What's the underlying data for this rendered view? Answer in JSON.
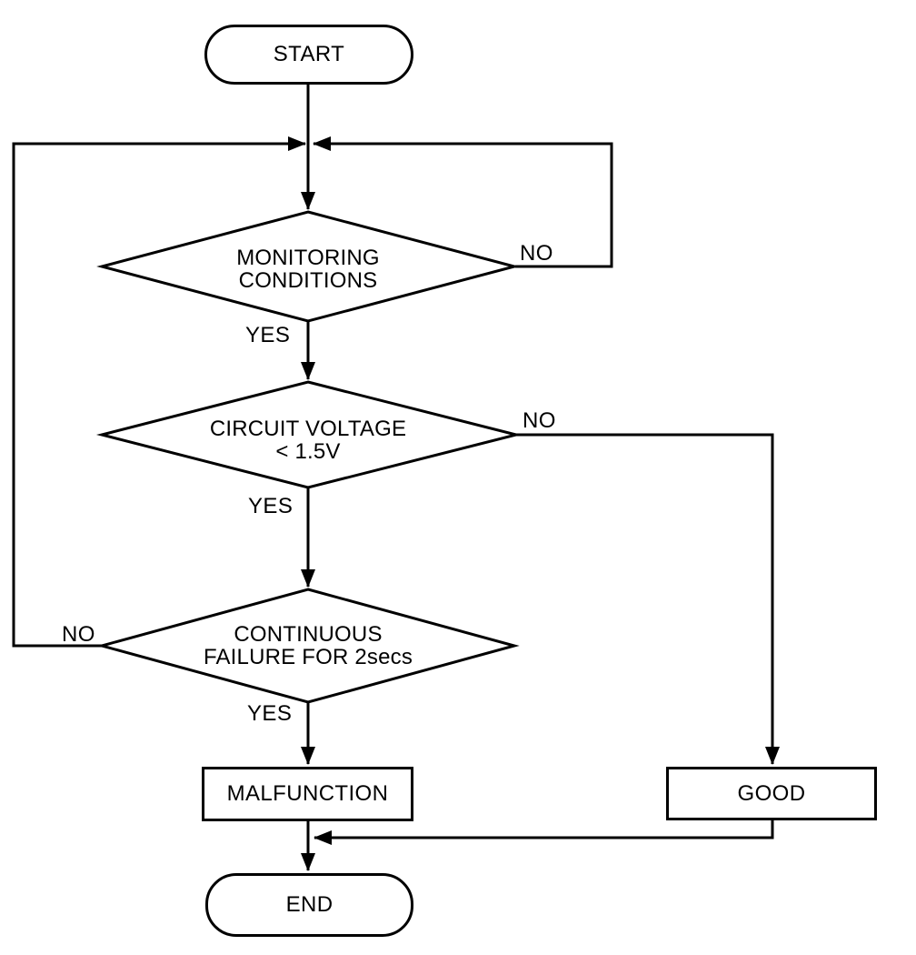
{
  "diagram": {
    "kind": "flowchart",
    "colors": {
      "line": "#000000",
      "background": "#ffffff",
      "text": "#000000"
    }
  },
  "nodes": {
    "start": {
      "type": "terminator",
      "label": "START"
    },
    "decision_monitoring": {
      "type": "decision",
      "line1": "MONITORING",
      "line2": "CONDITIONS"
    },
    "decision_voltage": {
      "type": "decision",
      "line1": "CIRCUIT VOLTAGE",
      "line2": "< 1.5V"
    },
    "decision_continuous": {
      "type": "decision",
      "line1": "CONTINUOUS",
      "line2": "FAILURE FOR 2secs"
    },
    "malfunction": {
      "type": "process",
      "label": "MALFUNCTION"
    },
    "good": {
      "type": "process",
      "label": "GOOD"
    },
    "end": {
      "type": "terminator",
      "label": "END"
    }
  },
  "edge_labels": {
    "monitoring_no": "NO",
    "monitoring_yes": "YES",
    "voltage_no": "NO",
    "voltage_yes": "YES",
    "continuous_no": "NO",
    "continuous_yes": "YES"
  },
  "flow": [
    {
      "from": "start",
      "to": "decision_monitoring",
      "label": ""
    },
    {
      "from": "decision_monitoring",
      "to": "decision_monitoring",
      "label": "NO"
    },
    {
      "from": "decision_monitoring",
      "to": "decision_voltage",
      "label": "YES"
    },
    {
      "from": "decision_voltage",
      "to": "good",
      "label": "NO"
    },
    {
      "from": "decision_voltage",
      "to": "decision_continuous",
      "label": "YES"
    },
    {
      "from": "decision_continuous",
      "to": "decision_monitoring",
      "label": "NO"
    },
    {
      "from": "decision_continuous",
      "to": "malfunction",
      "label": "YES"
    },
    {
      "from": "malfunction",
      "to": "end",
      "label": ""
    },
    {
      "from": "good",
      "to": "end",
      "label": ""
    }
  ]
}
